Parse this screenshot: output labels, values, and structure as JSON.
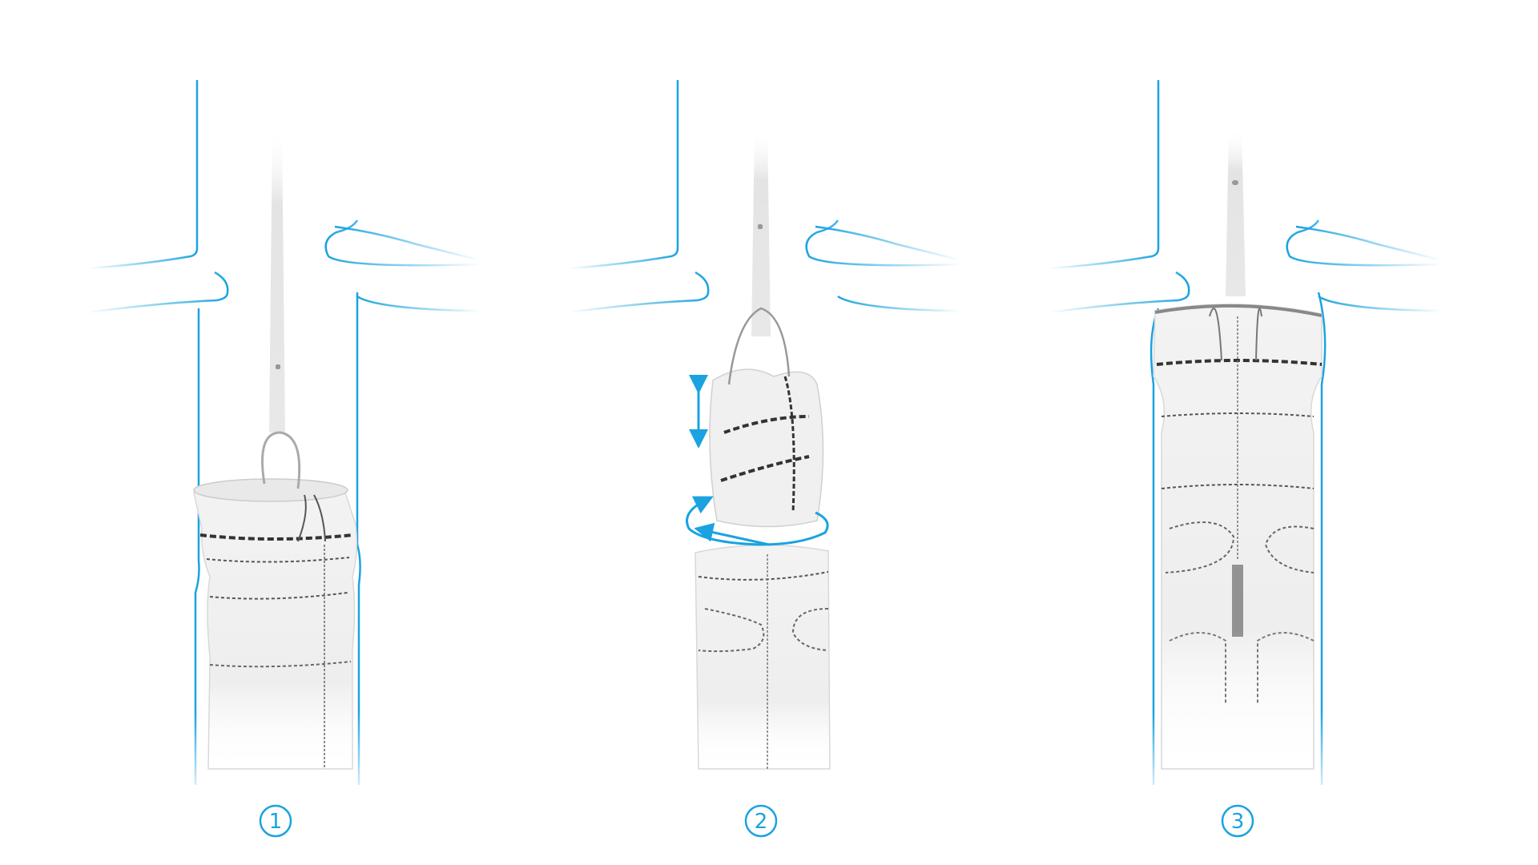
{
  "colors": {
    "vessel": "#1aa3e0",
    "graft": "#f2f2f2",
    "graft_shade": "#dcdcdc",
    "stitch": "#444444",
    "catheter": "#e6e6e6"
  },
  "steps": [
    {
      "number": "1",
      "icon": "circled-number-icon"
    },
    {
      "number": "2",
      "icon": "circled-number-icon",
      "annotations": [
        "vertical-double-arrow-icon",
        "rotation-arrow-icon"
      ]
    },
    {
      "number": "3",
      "icon": "circled-number-icon"
    }
  ]
}
